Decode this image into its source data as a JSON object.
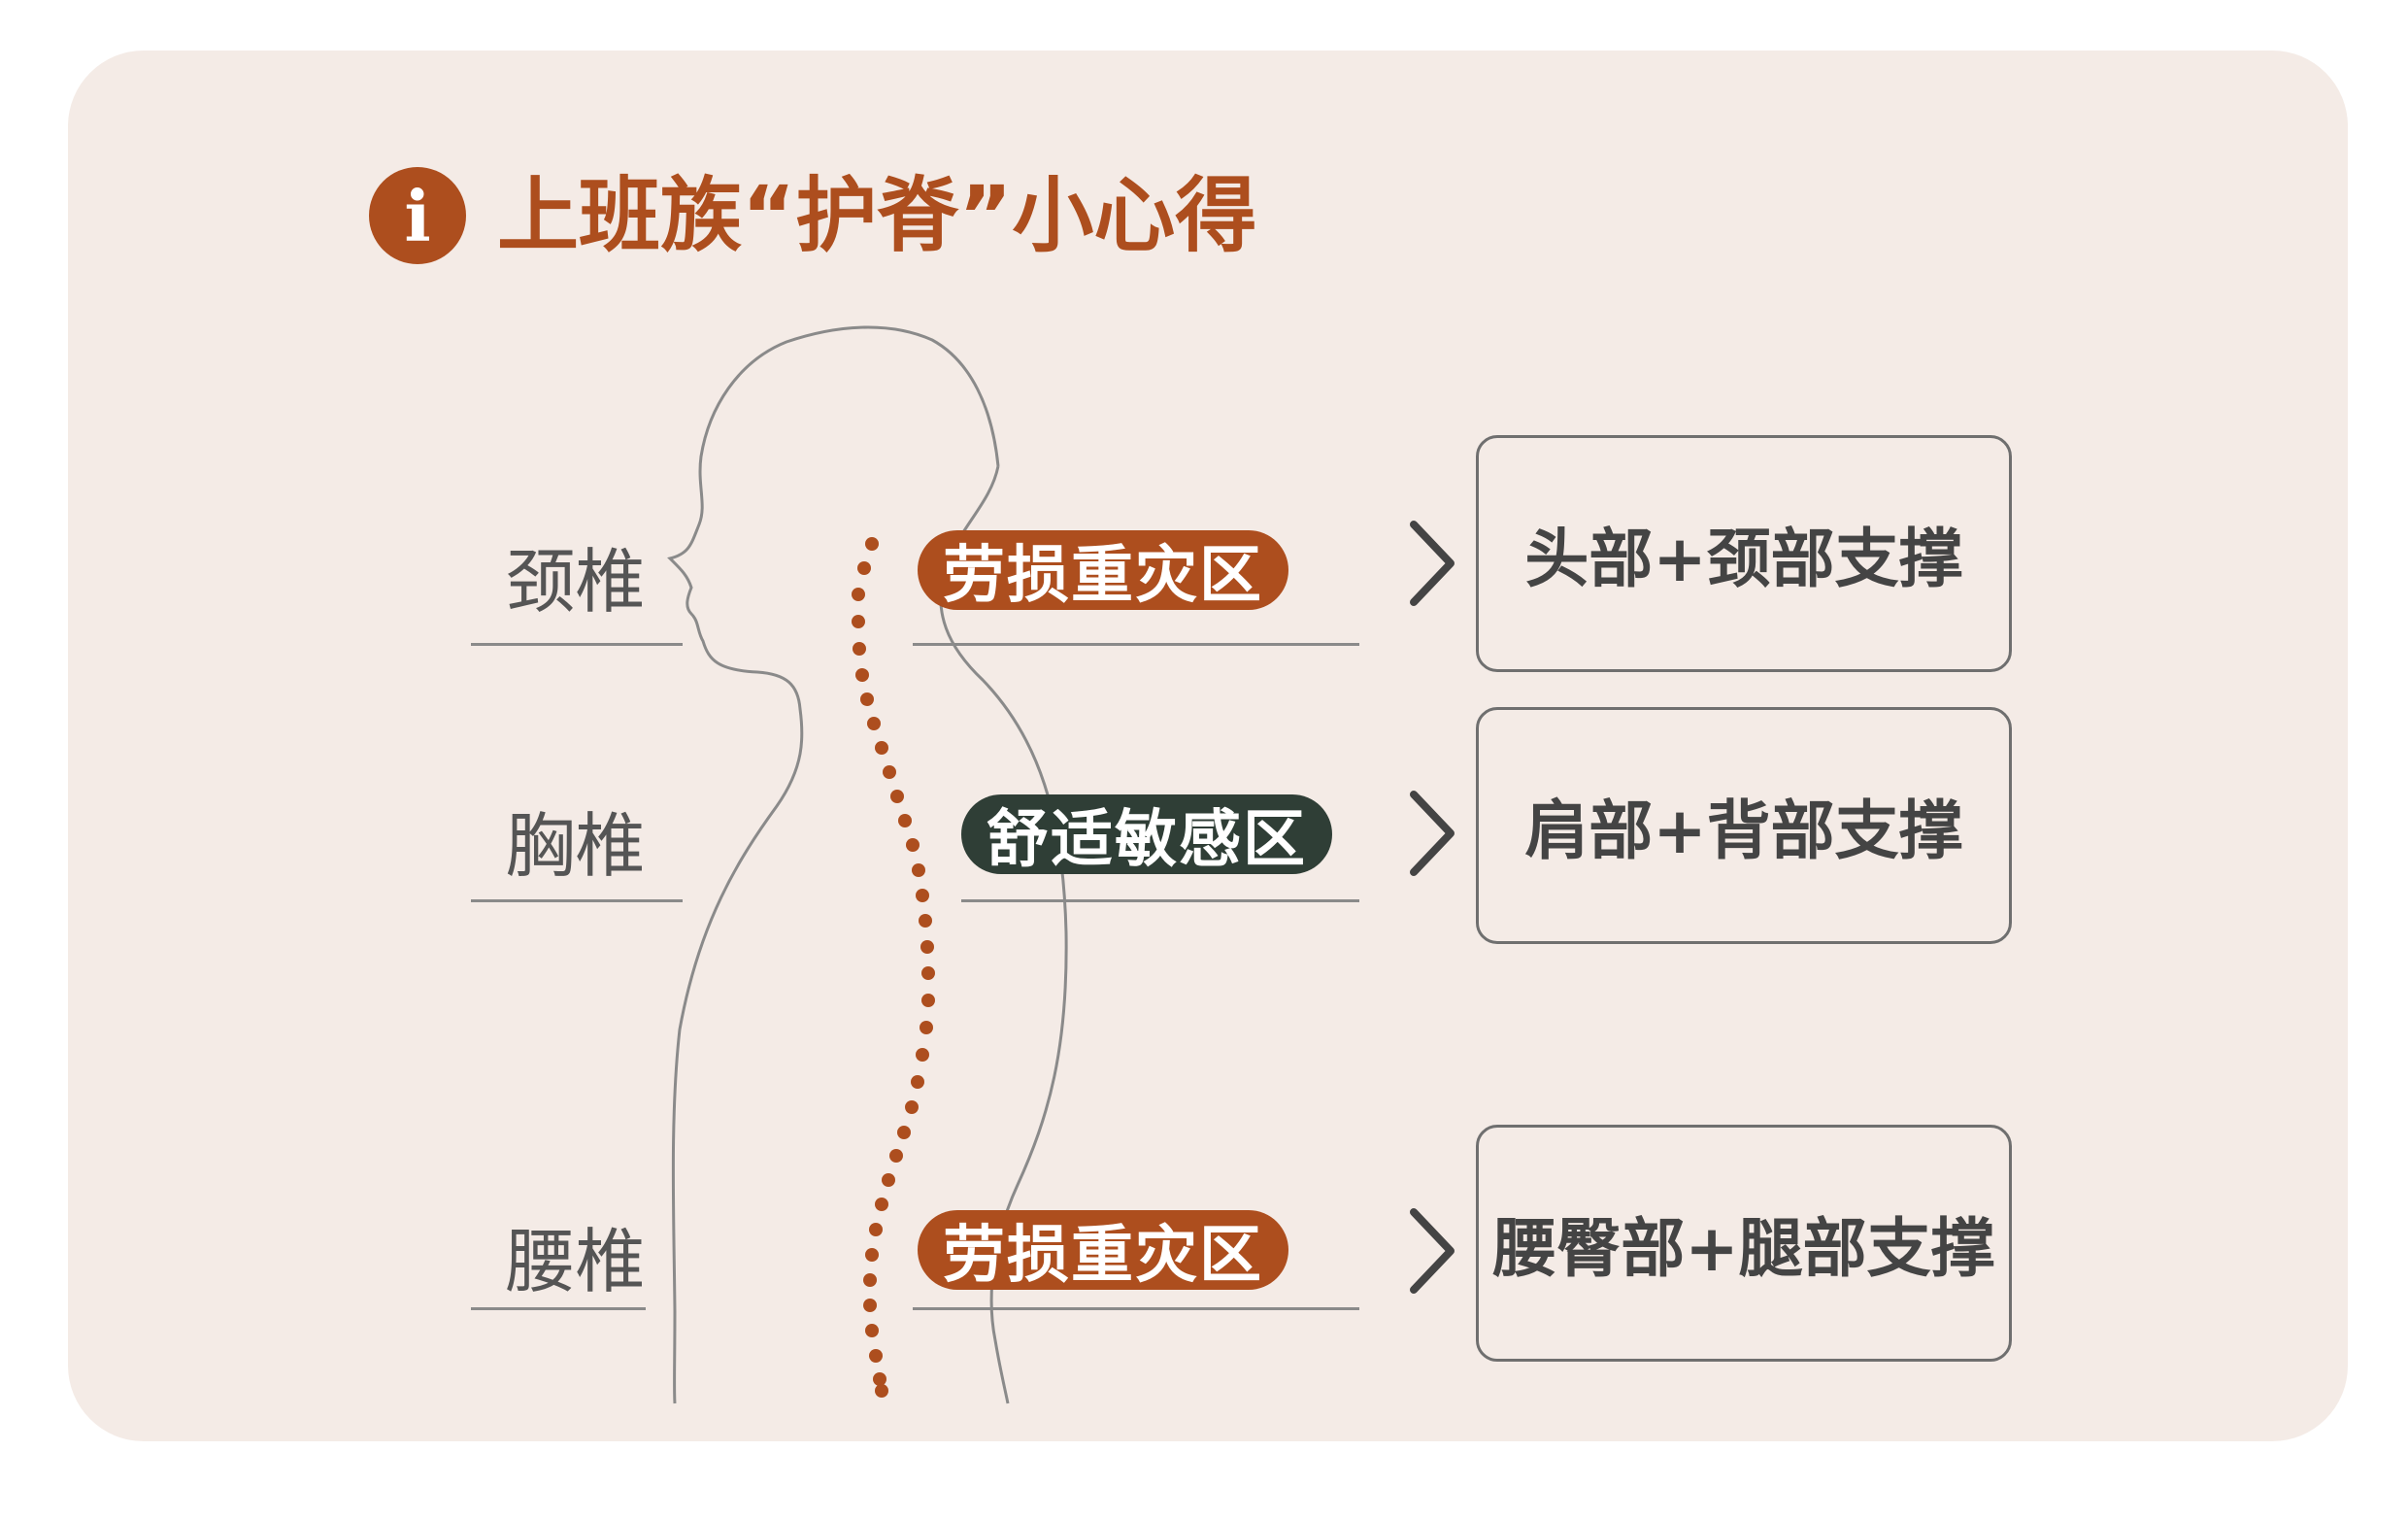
{
  "title": {
    "icon": "info-icon",
    "icon_glyph": "i",
    "text": "上班族“护脊”小心得"
  },
  "regions": [
    {
      "spine": "颈椎",
      "zone": "劳损重灾区",
      "zone_color": "#ad4e1e",
      "support": "头部+颈部支撑"
    },
    {
      "spine": "胸椎",
      "zone": "舒适敏感区",
      "zone_color": "#2f3e36",
      "support": "肩部+背部支撑"
    },
    {
      "spine": "腰椎",
      "zone": "劳损重灾区",
      "zone_color": "#ad4e1e",
      "support": "腰臀部+腿部支撑"
    }
  ],
  "colors": {
    "accent": "#ad4e1e",
    "dark_green": "#2f3e36",
    "card_bg": "#f4ebe6",
    "outline": "#8a8a8a"
  }
}
